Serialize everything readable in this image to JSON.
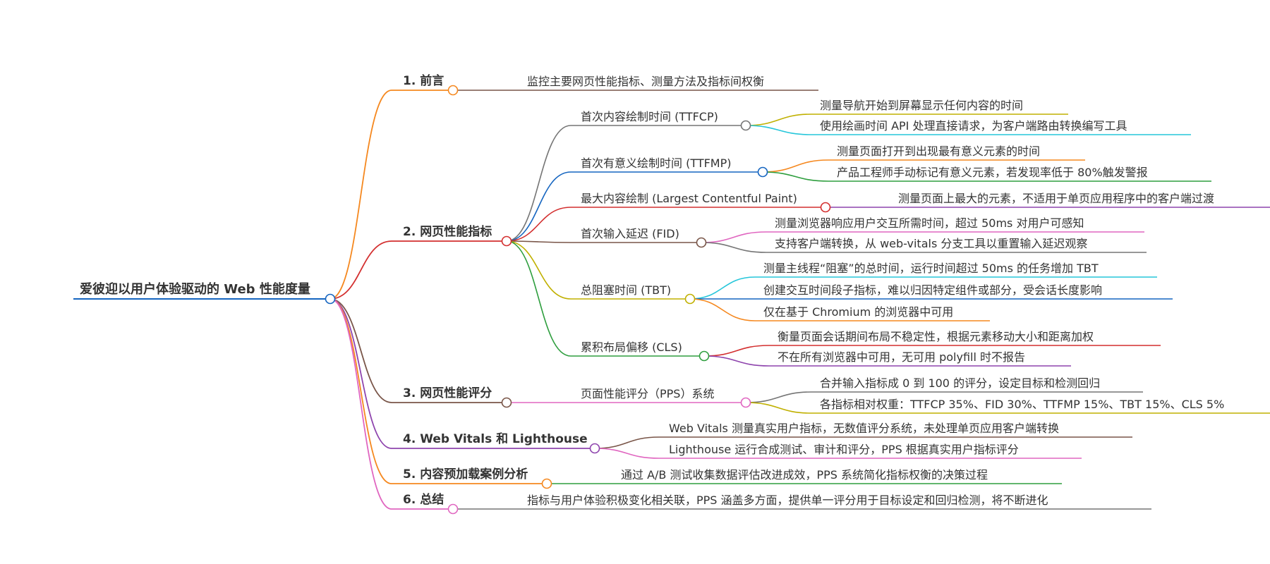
{
  "root": {
    "label": "爱彼迎以用户体验驱动的 Web 性能度量",
    "color": "#1565c0"
  },
  "branches": [
    {
      "label": "1. 前言",
      "color": "#f5881f",
      "children": [
        {
          "label": "监控主要网页性能指标、测量方法及指标间权衡",
          "color": "#795548"
        }
      ]
    },
    {
      "label": "2. 网页性能指标",
      "color": "#d32f2f",
      "children": [
        {
          "label": "首次内容绘制时间 (TTFCP)",
          "color": "#757575",
          "children": [
            {
              "label": "测量导航开始到屏幕显示任何内容的时间",
              "color": "#c0b000"
            },
            {
              "label": "使用绘画时间 API 处理直接请求，为客户端路由转换编写工具",
              "color": "#26c6da"
            }
          ]
        },
        {
          "label": "首次有意义绘制时间 (TTFMP)",
          "color": "#1565c0",
          "children": [
            {
              "label": "测量页面打开到出现最有意义元素的时间",
              "color": "#f5881f"
            },
            {
              "label": "产品工程师手动标记有意义元素，若发现率低于 80%触发警报",
              "color": "#2e9e3e"
            }
          ]
        },
        {
          "label": "最大内容绘制 (Largest Contentful Paint)",
          "color": "#d32f2f",
          "children": [
            {
              "label": "测量页面上最大的元素，不适用于单页应用程序中的客户端过渡",
              "color": "#8e44ad"
            }
          ]
        },
        {
          "label": "首次输入延迟 (FID)",
          "color": "#795548",
          "children": [
            {
              "label": "测量浏览器响应用户交互所需时间，超过 50ms 对用户可感知",
              "color": "#e066c0"
            },
            {
              "label": "支持客户端转换，从 web-vitals 分支工具以重置输入延迟观察",
              "color": "#757575"
            }
          ]
        },
        {
          "label": "总阻塞时间 (TBT)",
          "color": "#c0b000",
          "children": [
            {
              "label": "测量主线程“阻塞”的总时间，运行时间超过 50ms 的任务增加 TBT",
              "color": "#26c6da"
            },
            {
              "label": "创建交互时间段子指标，难以归因特定组件或部分，受会话长度影响",
              "color": "#1565c0"
            },
            {
              "label": "仅在基于 Chromium 的浏览器中可用",
              "color": "#f5881f"
            }
          ]
        },
        {
          "label": "累积布局偏移 (CLS)",
          "color": "#2e9e3e",
          "children": [
            {
              "label": "衡量页面会话期间布局不稳定性，根据元素移动大小和距离加权",
              "color": "#d32f2f"
            },
            {
              "label": "不在所有浏览器中可用，无可用 polyfill 时不报告",
              "color": "#8e44ad"
            }
          ]
        }
      ]
    },
    {
      "label": "3. 网页性能评分",
      "color": "#795548",
      "children": [
        {
          "label": "页面性能评分（PPS）系统",
          "color": "#e066c0",
          "children": [
            {
              "label": "合并输入指标成 0 到 100 的评分，设定目标和检测回归",
              "color": "#757575"
            },
            {
              "label": "各指标相对权重：TTFCP 35%、FID 30%、TTFMP 15%、TBT 15%、CLS 5%",
              "color": "#c0b000"
            }
          ]
        }
      ]
    },
    {
      "label": "4. Web Vitals 和 Lighthouse",
      "color": "#8e44ad",
      "children": [
        {
          "label": "Web Vitals 测量真实用户指标，无数值评分系统，未处理单页应用客户端转换",
          "color": "#795548"
        },
        {
          "label": "Lighthouse 运行合成测试、审计和评分，PPS 根据真实用户指标评分",
          "color": "#e066c0"
        }
      ]
    },
    {
      "label": "5. 内容预加载案例分析",
      "color": "#f5881f",
      "children": [
        {
          "label": "通过 A/B 测试收集数据评估改进成效，PPS 系统简化指标权衡的决策过程",
          "color": "#2e9e3e"
        }
      ]
    },
    {
      "label": "6. 总结",
      "color": "#e066c0",
      "children": [
        {
          "label": "指标与用户体验积极变化相关联，PPS 涵盖多方面，提供单一评分用于目标设定和回归检测，将不断进化",
          "color": "#757575"
        }
      ]
    }
  ]
}
